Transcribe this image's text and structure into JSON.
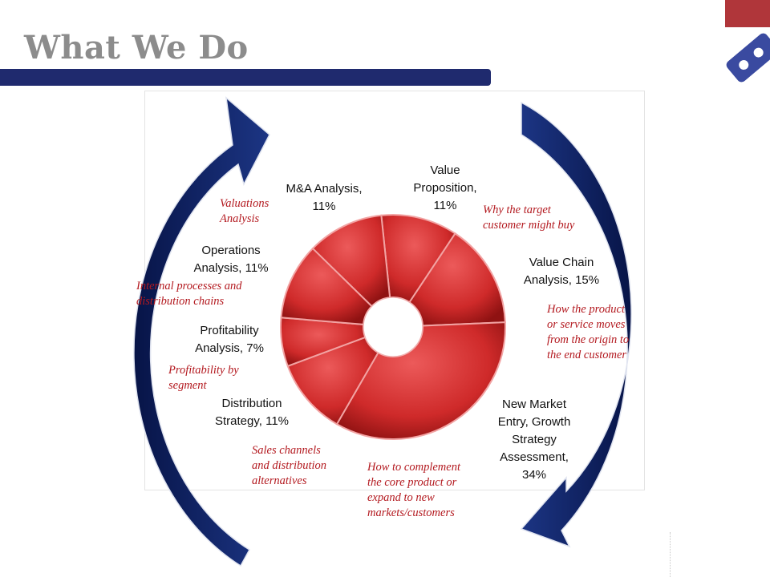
{
  "page": {
    "title": "What We Do"
  },
  "chart_data": {
    "type": "pie",
    "subtype": "doughnut",
    "categories": [
      "Value Proposition",
      "Value Chain Analysis",
      "New Market Entry, Growth Strategy Assessment",
      "Distribution Strategy",
      "Profitability Analysis",
      "Operations Analysis",
      "M&A Analysis"
    ],
    "values": [
      11,
      15,
      34,
      11,
      7,
      11,
      11
    ],
    "unit": "%",
    "colors": {
      "slice": "#cf2a2a",
      "slice_light": "#ec5a5a",
      "slice_dark": "#8f1212",
      "edge": "#f2a3a3"
    },
    "labels": [
      {
        "id": "value-proposition",
        "lines": [
          "Value",
          "Proposition,",
          "11%"
        ]
      },
      {
        "id": "value-chain",
        "lines": [
          "Value Chain",
          "Analysis, 15%"
        ]
      },
      {
        "id": "new-market-entry",
        "lines": [
          "New Market",
          "Entry, Growth",
          "Strategy",
          "Assessment,",
          "34%"
        ]
      },
      {
        "id": "distribution-strategy",
        "lines": [
          "Distribution",
          "Strategy, 11%"
        ]
      },
      {
        "id": "profitability-analysis",
        "lines": [
          "Profitability",
          "Analysis, 7%"
        ]
      },
      {
        "id": "operations-analysis",
        "lines": [
          "Operations",
          "Analysis, 11%"
        ]
      },
      {
        "id": "ma-analysis",
        "lines": [
          "M&A Analysis,",
          "11%"
        ]
      }
    ]
  },
  "annotations": [
    {
      "id": "valuations",
      "lines": [
        "Valuations",
        "Analysis"
      ]
    },
    {
      "id": "why-buy",
      "lines": [
        "Why the target",
        "customer might buy"
      ]
    },
    {
      "id": "internal",
      "lines": [
        "Internal processes and",
        "distribution chains"
      ]
    },
    {
      "id": "how-moves",
      "lines": [
        "How the product",
        "or service moves",
        "from the origin to",
        "the end customer"
      ]
    },
    {
      "id": "profitability-segment",
      "lines": [
        "Profitability by",
        "segment"
      ]
    },
    {
      "id": "sales-channels",
      "lines": [
        "Sales channels",
        "and distribution",
        "alternatives"
      ]
    },
    {
      "id": "complement",
      "lines": [
        "How to complement",
        "the core product or",
        "expand to new",
        "markets/customers"
      ]
    }
  ],
  "decor": {
    "arrow_color": "#0d1f5c",
    "accent_red": "#b0363a",
    "bar_navy": "#1f2a6e"
  }
}
